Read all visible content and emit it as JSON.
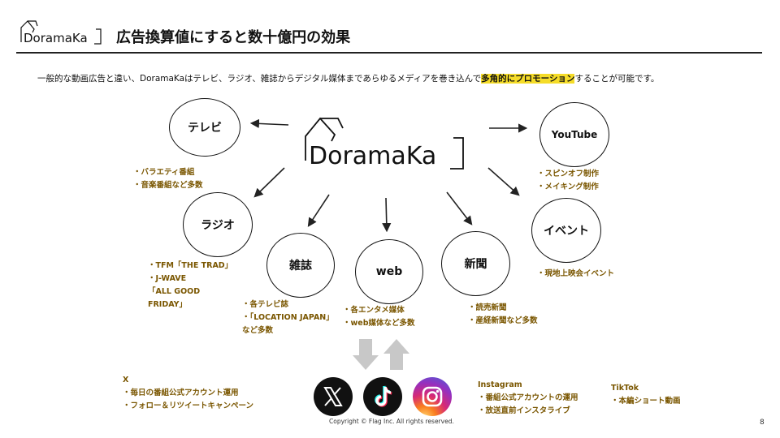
{
  "header": {
    "logo_text": "DoramaKa",
    "title": "広告換算値にすると数十億円の効果"
  },
  "intro": {
    "before": "一般的な動画広告と違い、DoramaKaはテレビ、ラジオ、雑誌からデジタル媒体まであらゆるメディアを巻き込んで",
    "highlight": "多角的にプロモーション",
    "after": "することが可能です。"
  },
  "center_logo_text": "DoramaKa",
  "nodes": {
    "tv": {
      "label": "テレビ",
      "notes": [
        "・バラエティ番組",
        "・音楽番組など多数"
      ]
    },
    "radio": {
      "label": "ラジオ",
      "notes": [
        "・TFM「THE TRAD」",
        "・J-WAVE",
        "「ALL GOOD",
        "FRIDAY」"
      ]
    },
    "magazine": {
      "label": "雑誌",
      "notes": [
        "・各テレビ誌",
        "・「LOCATION JAPAN」",
        "など多数"
      ]
    },
    "web": {
      "label": "web",
      "notes": [
        "・各エンタメ媒体",
        "・web媒体など多数"
      ]
    },
    "newspaper": {
      "label": "新聞",
      "notes": [
        "・読売新聞",
        "・産経新聞など多数"
      ]
    },
    "youtube": {
      "label": "YouTube",
      "notes": [
        "・スピンオフ制作",
        "・メイキング制作"
      ]
    },
    "event": {
      "label": "イベント",
      "notes": [
        "・現地上映会イベント"
      ]
    }
  },
  "sns": {
    "x": {
      "title": "X",
      "notes": [
        "・毎日の番組公式アカウント運用",
        "・フォロー＆リツイートキャンペーン"
      ]
    },
    "instagram": {
      "title": "Instagram",
      "notes": [
        "・番組公式アカウントの運用",
        "・放送直前インスタライブ"
      ]
    },
    "tiktok": {
      "title": "TikTok",
      "notes": [
        "・本編ショート動画"
      ]
    }
  },
  "footer": {
    "copyright": "Copyright © Flag Inc. All rights reserved.",
    "page_number": "8"
  },
  "colors": {
    "note_text": "#7a5600",
    "highlight": "#f5dc28",
    "exchange_arrows": "#c8c8c8",
    "instagram_gradient": [
      "#feda75",
      "#fa7e1e",
      "#d62976",
      "#962fbf",
      "#4f5bd5"
    ]
  },
  "icons": [
    "x-logo-icon",
    "tiktok-logo-icon",
    "instagram-logo-icon",
    "down-arrow-icon",
    "up-arrow-icon"
  ]
}
